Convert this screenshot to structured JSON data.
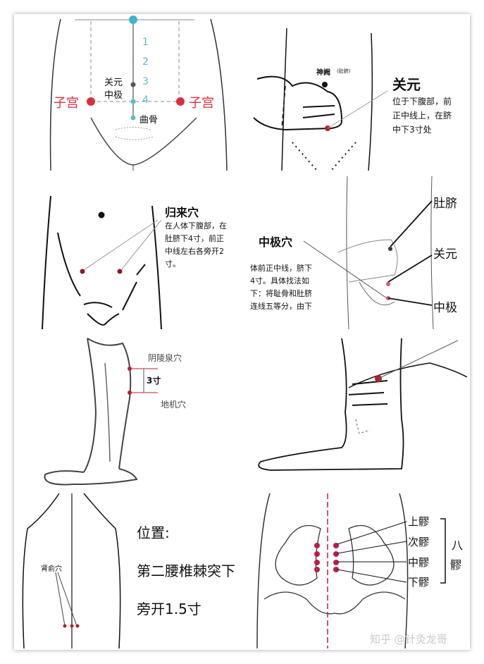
{
  "panel1": {
    "labels": {
      "guanyuan": "关元",
      "zhongji": "中极",
      "qugu": "曲骨",
      "zigong_left": "子宫",
      "zigong_right": "子宫"
    },
    "scale": [
      "1",
      "2",
      "3",
      "4"
    ]
  },
  "panel2": {
    "shenque": "神阙",
    "shenque_note": "(肚脐)",
    "title": "关元",
    "desc": [
      "位于下腹部，前",
      "正中线上，在脐",
      "中下3寸处"
    ]
  },
  "panel3": {
    "title": "归来穴",
    "desc": [
      "在人体下腹部，在",
      "肚脐下4寸，前正",
      "中线左右各旁开2",
      "寸。"
    ]
  },
  "panel4": {
    "title": "中极穴",
    "desc": [
      "体前正中线，脐下",
      "4寸。具体找法如",
      "下：将耻骨和肚脐",
      "连线五等分，由下"
    ],
    "labels": {
      "navel": "肚脐",
      "guanyuan": "关元",
      "zhongji": "中极"
    }
  },
  "panel5": {
    "yinlingquan": "阴陵泉穴",
    "distance": "3寸",
    "diji": "地机穴"
  },
  "panel7": {
    "label": "肾俞穴",
    "position_title": "位置:",
    "position_lines": [
      "第二腰椎棘突下",
      "旁开1.5寸"
    ]
  },
  "panel8": {
    "labels": [
      "上髎",
      "次髎",
      "中髎",
      "下髎"
    ],
    "group": [
      "八",
      "髎"
    ],
    "watermark": "知乎 @针灸龙哥"
  },
  "colors": {
    "point_red": "#b5202c",
    "teal": "#5bbfc9",
    "line": "#222222"
  }
}
